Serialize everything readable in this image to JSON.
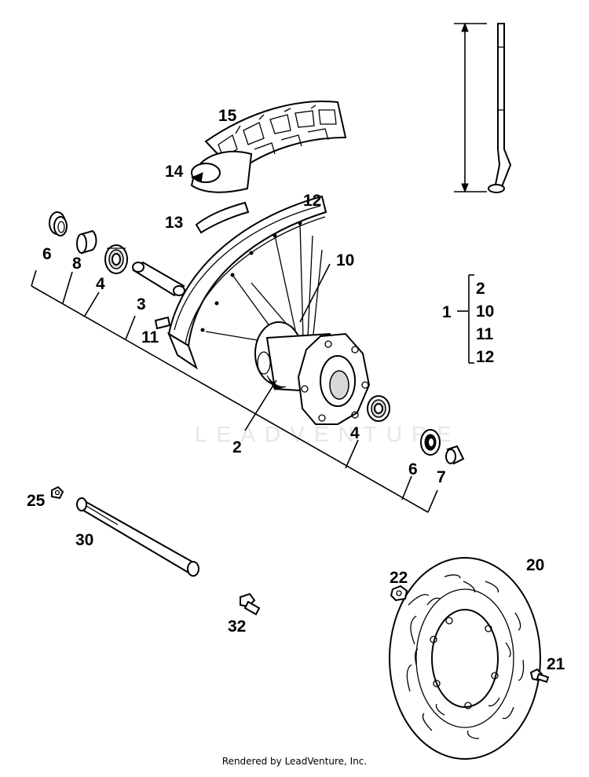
{
  "diagram": {
    "watermark": "LEADVENTURE",
    "footer": "Rendered by LeadVenture, Inc.",
    "callouts": {
      "c15": "15",
      "c14": "14",
      "c13": "13",
      "c12": "12",
      "c10": "10",
      "c6a": "6",
      "c8": "8",
      "c4a": "4",
      "c3": "3",
      "c11": "11",
      "c2": "2",
      "c4b": "4",
      "c6b": "6",
      "c7": "7",
      "c25": "25",
      "c30": "30",
      "c22": "22",
      "c20": "20",
      "c32": "32",
      "c21": "21"
    },
    "assembly": {
      "parent": "1",
      "children": [
        "2",
        "10",
        "11",
        "12"
      ]
    }
  }
}
